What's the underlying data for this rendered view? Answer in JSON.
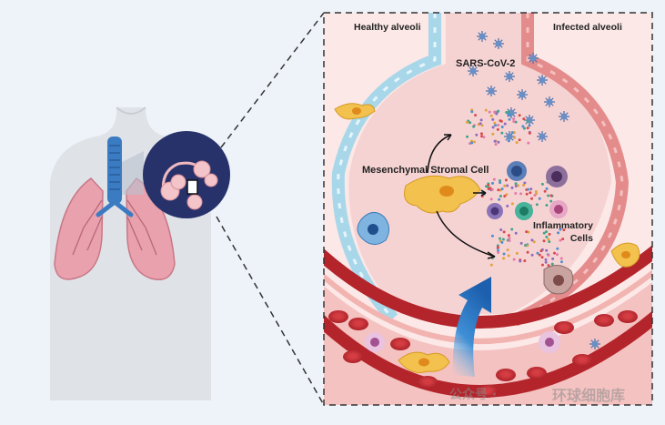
{
  "labels": {
    "healthy": "Healthy alveoli",
    "infected": "Infected alveoli",
    "virus": "SARS-CoV-2",
    "msc": "Mesenchymal Stromal Cell",
    "inflammatory": "Inflammatory\nCells"
  },
  "watermark": {
    "prefix": "公众号 ·",
    "name": "环球细胞库"
  },
  "colors": {
    "background": "#eef3f9",
    "panel": "#fbe8e7",
    "healthy_wall": "#a8d7ea",
    "infected_wall": "#e48c8c",
    "vessel": "#b3242b",
    "blood_cell": "#c9262d",
    "msc_cell": "#f2c14e",
    "arrow_blue": "#1f6fbd",
    "lung": "#e8a1ad",
    "trachea": "#3b7bc2",
    "inset_circle": "#27326b"
  },
  "icons": [
    "virus-icon",
    "msc-icon",
    "macrophage-icon",
    "lymphocyte-icon",
    "neutrophil-icon",
    "red-blood-cell-icon",
    "cytokine-dots-icon",
    "lung-icon",
    "trachea-icon",
    "zoom-circle-icon"
  ]
}
